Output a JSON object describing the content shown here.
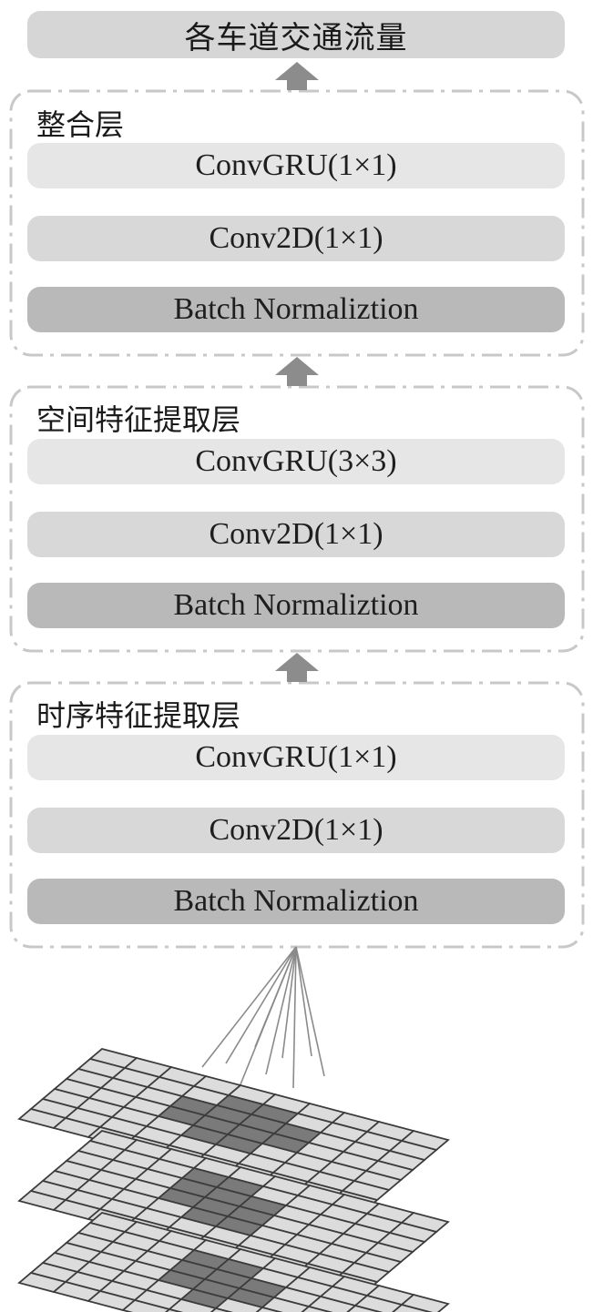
{
  "output": {
    "label": "各车道交通流量"
  },
  "layers": [
    {
      "title": "整合层",
      "blocks": [
        "ConvGRU(1×1)",
        "Conv2D(1×1)",
        "Batch Normaliztion"
      ]
    },
    {
      "title": "空间特征提取层",
      "blocks": [
        "ConvGRU(3×3)",
        "Conv2D(1×1)",
        "Batch Normaliztion"
      ]
    },
    {
      "title": "时序特征提取层",
      "blocks": [
        "ConvGRU(1×1)",
        "Conv2D(1×1)",
        "Batch Normaliztion"
      ]
    }
  ],
  "colors": {
    "frame": "#c8c8c8",
    "arrow": "#8c8c8c",
    "grid_light": "#dcdcdc",
    "grid_dark": "#7a7a7a",
    "grid_line": "#3c3c3c"
  }
}
